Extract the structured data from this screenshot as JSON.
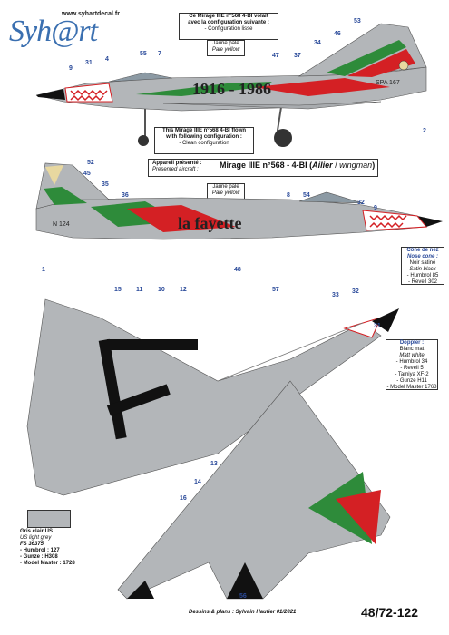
{
  "header": {
    "logo": "Syh@rt",
    "url": "www.syhartdecal.fr"
  },
  "top_box": {
    "line1": "Ce Mirage IIIE n°568 4-BI volait",
    "line2": "avec la configuration suivante :",
    "line3": "- Configuration lisse"
  },
  "bottom_box": {
    "line1": "This Mirage IIIE n°568 4-BI flown",
    "line2": "with following configuration :",
    "line3": "- Clean configuration"
  },
  "yellow_note": {
    "fr": "Jaune pale",
    "en": "Pale yellow"
  },
  "yellow_note2": {
    "fr": "Jaune pale",
    "en": "Pale yellow"
  },
  "presented": {
    "fr": "Appareil présenté :",
    "en": "Presented aircraft :",
    "title_main": "Mirage IIIE n°568 - 4-BI (",
    "title_fr": "Ailier",
    "title_sep": " / ",
    "title_en": "wingman",
    "title_end": ")"
  },
  "aircraft1": {
    "fuselage_text": "1916 - 1986",
    "tail_code": "SPA 167"
  },
  "aircraft2": {
    "fuselage_text": "la fayette",
    "number": "N 124"
  },
  "nose_box": {
    "title_fr": "Cône de nez",
    "title_en": "Nose cone :",
    "lines": [
      "Noir satiné",
      "Satin black",
      "- Humbrol 85",
      "- Revell 302"
    ]
  },
  "doppler_box": {
    "title": "Doppler :",
    "lines": [
      "Blanc mat",
      "Matt white",
      "- Humbrol 34",
      "- Revell 5",
      "- Tamiya XF-2",
      "- Gunze H11",
      "- Model Master 1768"
    ]
  },
  "grey_box": {
    "title_fr": "Gris clair US",
    "title_en": "US light grey",
    "fs": "FS 36375",
    "humbrol": "- Humbrol : 127",
    "gunze": "- Gunze : H308",
    "mm": "- Model Master : 1728"
  },
  "footer": {
    "credit": "Dessins & plans : Sylvain Hautier 01/2021",
    "sheet": "48/72-122"
  },
  "callouts": [
    "53",
    "46",
    "34",
    "37",
    "47",
    "55",
    "7",
    "4",
    "31",
    "9",
    "2",
    "52",
    "45",
    "35",
    "36",
    "8",
    "54",
    "32",
    "9",
    "1",
    "48",
    "57",
    "15",
    "11",
    "10",
    "12",
    "33",
    "32",
    "31",
    "13",
    "14",
    "16",
    "56"
  ],
  "colors": {
    "grey": "#b3b6b9",
    "green": "#2e8b3a",
    "red": "#d42024",
    "black": "#111111",
    "accent": "#2a4a9a"
  }
}
